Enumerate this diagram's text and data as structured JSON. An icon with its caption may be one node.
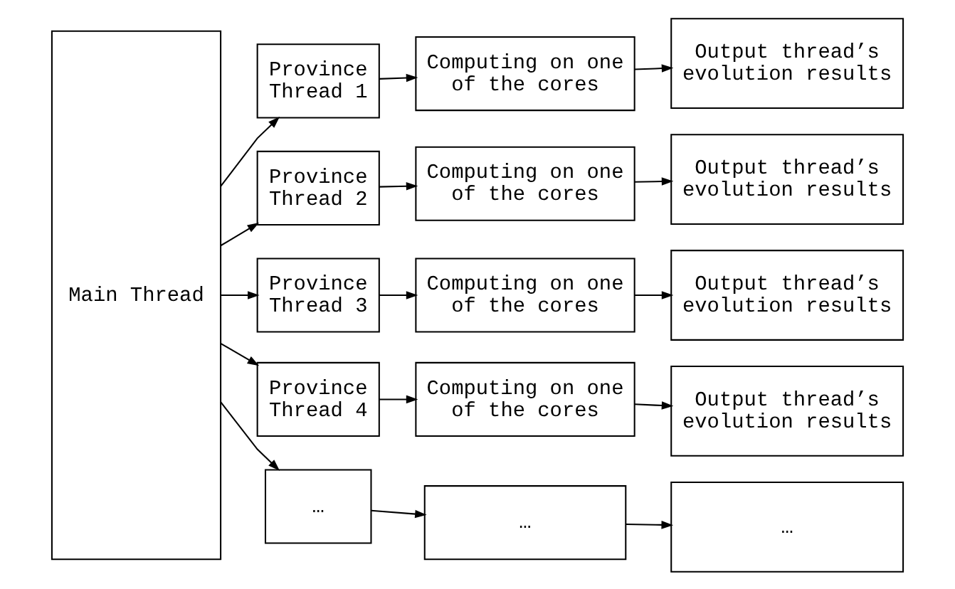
{
  "diagram": {
    "nodes": [
      {
        "text": [
          "Main Thread"
        ]
      },
      {
        "text": [
          "Province Thread 1"
        ]
      },
      {
        "text": [
          "Computing on one of the cores"
        ]
      },
      {
        "text": [
          "Output thread’s evolution results"
        ]
      },
      {
        "text": [
          "Province Thread 2"
        ]
      },
      {
        "text": [
          "Computing on one of the cores"
        ]
      },
      {
        "text": [
          "Output thread’s evolution results"
        ]
      },
      {
        "text": [
          "Province Thread 3"
        ]
      },
      {
        "text": [
          "Computing on one of the cores"
        ]
      },
      {
        "text": [
          "Output thread’s evolution results"
        ]
      },
      {
        "text": [
          "Province Thread 4"
        ]
      },
      {
        "text": [
          "Computing on one of the cores"
        ]
      },
      {
        "text": [
          "Output thread’s evolution results"
        ]
      },
      {
        "text": [
          "…"
        ]
      },
      {
        "text": [
          "…"
        ]
      },
      {
        "text": [
          "…"
        ]
      }
    ],
    "edges": [
      {
        "from": 0,
        "to": 1,
        "arrow": "to"
      },
      {
        "from": 0,
        "to": 4,
        "arrow": "to"
      },
      {
        "from": 0,
        "to": 7,
        "arrow": "to"
      },
      {
        "from": 0,
        "to": 10,
        "arrow": "to"
      },
      {
        "from": 0,
        "to": 13,
        "arrow": "to"
      },
      {
        "from": 1,
        "to": 2,
        "arrow": "to"
      },
      {
        "from": 2,
        "to": 3,
        "arrow": "to"
      },
      {
        "from": 4,
        "to": 5,
        "arrow": "to"
      },
      {
        "from": 5,
        "to": 6,
        "arrow": "to"
      },
      {
        "from": 7,
        "to": 8,
        "arrow": "to"
      },
      {
        "from": 8,
        "to": 9,
        "arrow": "to"
      },
      {
        "from": 10,
        "to": 11,
        "arrow": "to"
      },
      {
        "from": 11,
        "to": 12,
        "arrow": "to"
      },
      {
        "from": 13,
        "to": 14,
        "arrow": "to"
      },
      {
        "from": 14,
        "to": 15,
        "arrow": "to"
      }
    ]
  }
}
